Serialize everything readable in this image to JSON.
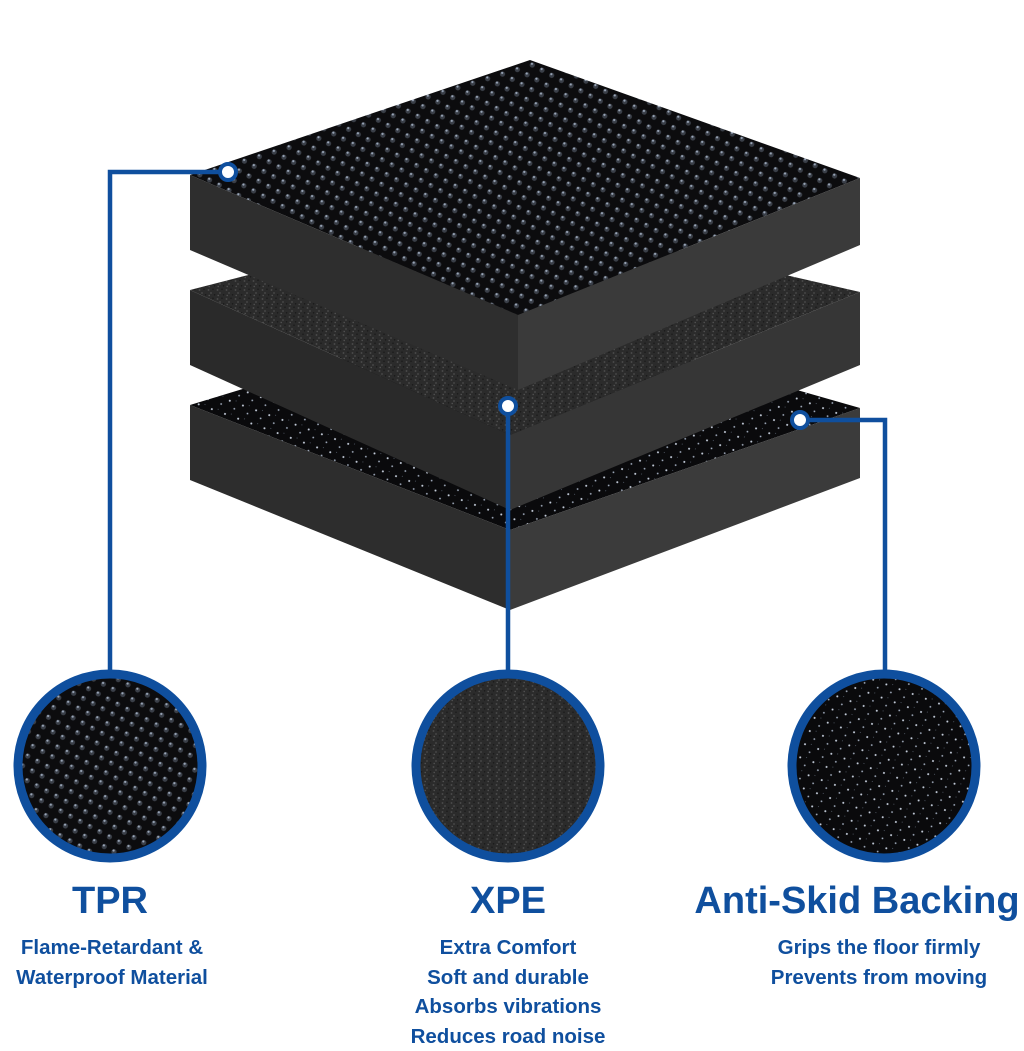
{
  "layers": [
    {
      "name": "TPR",
      "lines": [
        "Flame-Retardant &",
        "Waterproof Material"
      ]
    },
    {
      "name": "XPE",
      "lines": [
        "Extra Comfort",
        "Soft and durable",
        "Absorbs vibrations",
        "Reduces road noise"
      ]
    },
    {
      "name": "Anti-Skid Backing",
      "lines": [
        "Grips the floor firmly",
        "Prevents from moving"
      ]
    }
  ],
  "colors": {
    "accent_blue": "#0f4f9e",
    "slab_side": "#2c2c2c",
    "slab_top": "#111111",
    "background": "#ffffff"
  }
}
